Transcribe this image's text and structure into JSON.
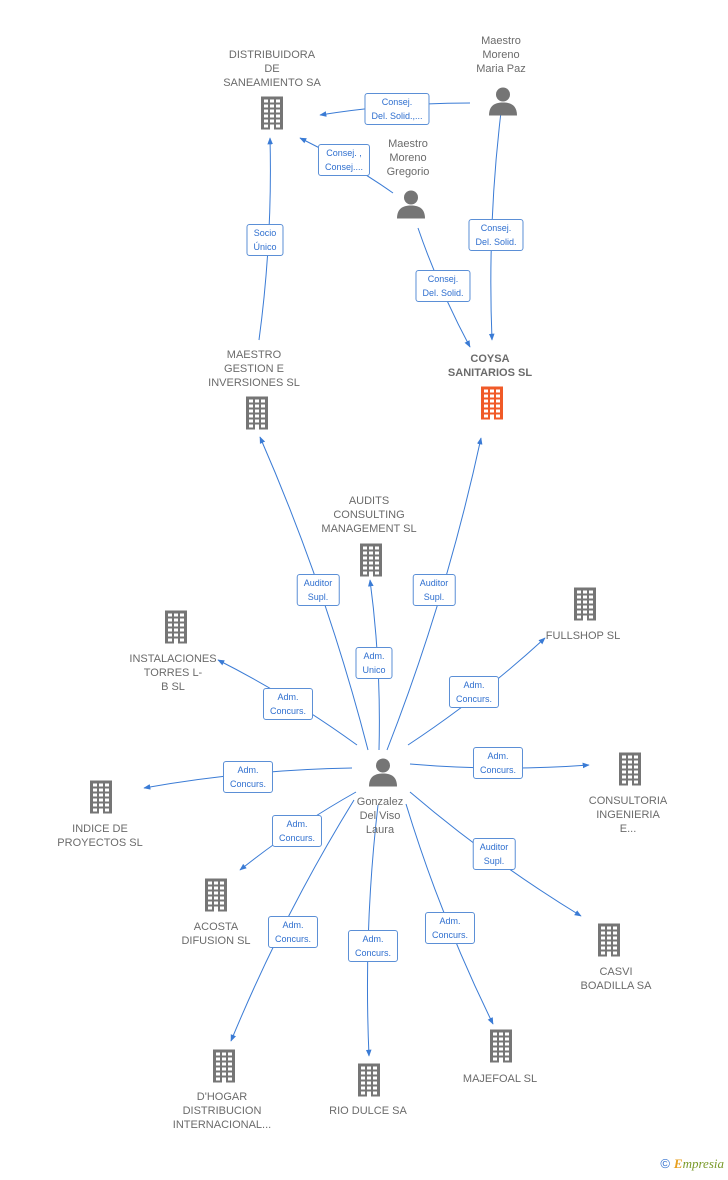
{
  "colors": {
    "edge": "#3a7bd5",
    "node": "#757575",
    "highlight": "#f05a28"
  },
  "nodes": [
    {
      "id": "distribuidora",
      "type": "company",
      "label": "DISTRIBUIDORA\nDE\nSANEAMIENTO SA"
    },
    {
      "id": "maestro_paz",
      "type": "person",
      "label": "Maestro\nMoreno\nMaria Paz"
    },
    {
      "id": "maestro_gregorio",
      "type": "person",
      "label": "Maestro\nMoreno\nGregorio"
    },
    {
      "id": "maestro_gestion",
      "type": "company",
      "label": "MAESTRO\nGESTION E\nINVERSIONES SL"
    },
    {
      "id": "coysa",
      "type": "company",
      "label": "COYSA\nSANITARIOS SL",
      "highlight": true
    },
    {
      "id": "audits",
      "type": "company",
      "label": "AUDITS\nCONSULTING\nMANAGEMENT SL"
    },
    {
      "id": "fullshop",
      "type": "company",
      "label": "FULLSHOP SL"
    },
    {
      "id": "instalaciones",
      "type": "company",
      "label": "INSTALACIONES\nTORRES L-\nB SL"
    },
    {
      "id": "gonzalez",
      "type": "person",
      "label": "Gonzalez\nDel Viso\nLaura"
    },
    {
      "id": "indice",
      "type": "company",
      "label": "INDICE DE\nPROYECTOS SL"
    },
    {
      "id": "consultoria",
      "type": "company",
      "label": "CONSULTORIA\nINGENIERIA\nE..."
    },
    {
      "id": "acosta",
      "type": "company",
      "label": "ACOSTA\nDIFUSION SL"
    },
    {
      "id": "casvi",
      "type": "company",
      "label": "CASVI\nBOADILLA SA"
    },
    {
      "id": "dhogar",
      "type": "company",
      "label": "D'HOGAR\nDISTRIBUCION\nINTERNACIONAL..."
    },
    {
      "id": "riodulce",
      "type": "company",
      "label": "RIO DULCE SA"
    },
    {
      "id": "majefoal",
      "type": "company",
      "label": "MAJEFOAL SL"
    }
  ],
  "edges": [
    {
      "from": "maestro_paz",
      "to": "distribuidora",
      "label": "Consej.\nDel. Solid.,..."
    },
    {
      "from": "maestro_gregorio",
      "to": "distribuidora",
      "label": "Consej. ,\nConsej...."
    },
    {
      "from": "maestro_paz",
      "to": "coysa",
      "label": "Consej.\nDel. Solid."
    },
    {
      "from": "maestro_gregorio",
      "to": "coysa",
      "label": "Consej.\nDel. Solid."
    },
    {
      "from": "maestro_gestion",
      "to": "distribuidora",
      "label": "Socio\nÚnico"
    },
    {
      "from": "gonzalez",
      "to": "maestro_gestion",
      "label": "Auditor\nSupl."
    },
    {
      "from": "gonzalez",
      "to": "coysa",
      "label": "Auditor\nSupl."
    },
    {
      "from": "gonzalez",
      "to": "audits",
      "label": "Adm.\nUnico"
    },
    {
      "from": "gonzalez",
      "to": "instalaciones",
      "label": "Adm.\nConcurs."
    },
    {
      "from": "gonzalez",
      "to": "fullshop",
      "label": "Adm.\nConcurs."
    },
    {
      "from": "gonzalez",
      "to": "indice",
      "label": "Adm.\nConcurs."
    },
    {
      "from": "gonzalez",
      "to": "consultoria",
      "label": "Adm.\nConcurs."
    },
    {
      "from": "gonzalez",
      "to": "acosta",
      "label": "Adm.\nConcurs."
    },
    {
      "from": "gonzalez",
      "to": "casvi",
      "label": "Auditor\nSupl."
    },
    {
      "from": "gonzalez",
      "to": "dhogar",
      "label": "Adm.\nConcurs."
    },
    {
      "from": "gonzalez",
      "to": "riodulce",
      "label": "Adm.\nConcurs."
    },
    {
      "from": "gonzalez",
      "to": "majefoal",
      "label": "Adm.\nConcurs."
    }
  ],
  "footer": {
    "copyright": "©",
    "brand_first": "E",
    "brand_rest": "mpresia"
  }
}
